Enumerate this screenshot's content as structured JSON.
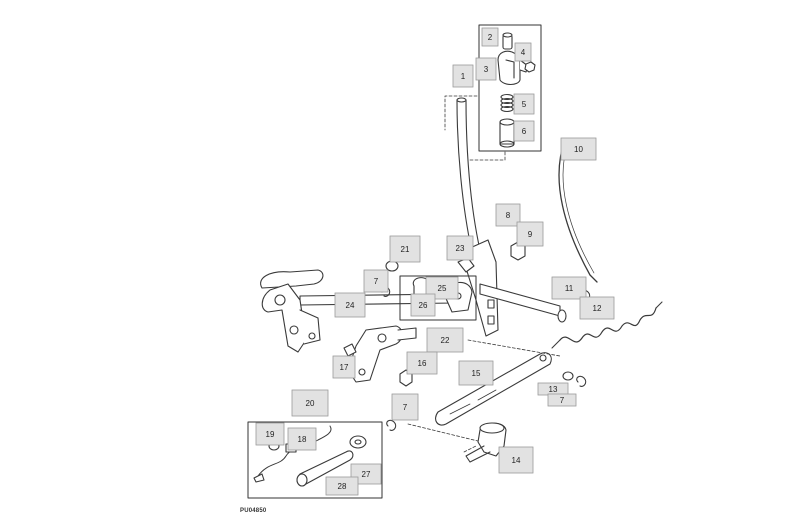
{
  "diagram": {
    "figure_code": "PU04850",
    "callouts": [
      {
        "label": "1"
      },
      {
        "label": "2"
      },
      {
        "label": "3"
      },
      {
        "label": "4"
      },
      {
        "label": "5"
      },
      {
        "label": "6"
      },
      {
        "label": "10"
      },
      {
        "label": "8"
      },
      {
        "label": "9"
      },
      {
        "label": "21"
      },
      {
        "label": "23"
      },
      {
        "label": "7"
      },
      {
        "label": "25"
      },
      {
        "label": "26"
      },
      {
        "label": "11"
      },
      {
        "label": "12"
      },
      {
        "label": "24"
      },
      {
        "label": "22"
      },
      {
        "label": "17"
      },
      {
        "label": "16"
      },
      {
        "label": "15"
      },
      {
        "label": "13"
      },
      {
        "label": "7"
      },
      {
        "label": "20"
      },
      {
        "label": "7"
      },
      {
        "label": "19"
      },
      {
        "label": "18"
      },
      {
        "label": "27"
      },
      {
        "label": "28"
      },
      {
        "label": "14"
      }
    ]
  },
  "colors": {
    "line": "#3a3a3a",
    "callout_fill": "#e2e2e2",
    "callout_border": "#9a9a9a"
  }
}
